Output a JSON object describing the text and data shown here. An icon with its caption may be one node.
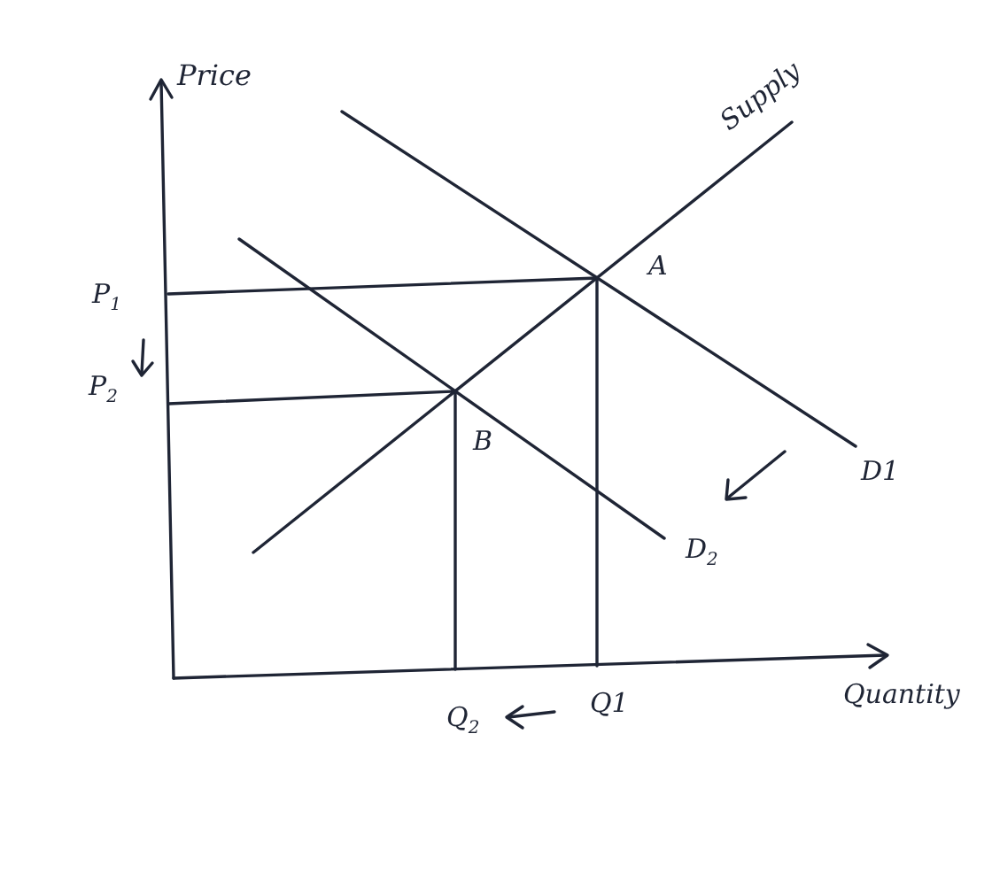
{
  "diagram": {
    "labels": [
      "Price",
      "Supply",
      "A",
      "P$_{1}$",
      "P$_{2}$",
      "B",
      "D1",
      "D$_{2}$",
      "Q$_{2}$",
      "Q1",
      "Quantity"
    ]
  }
}
